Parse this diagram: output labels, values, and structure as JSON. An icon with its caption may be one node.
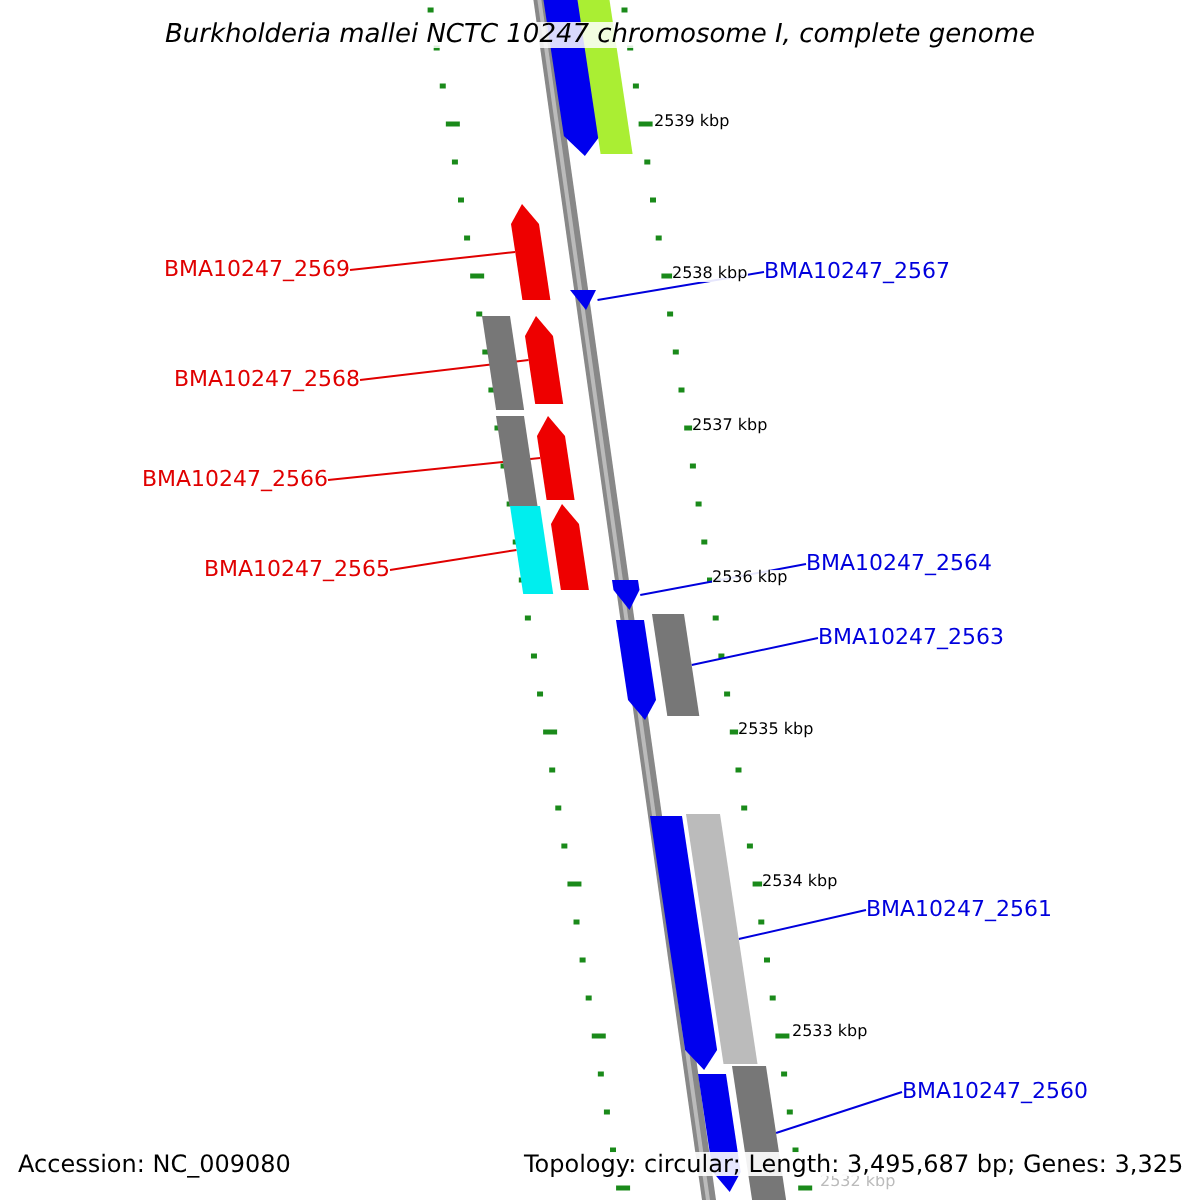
{
  "diagram": {
    "title": "Burkholderia mallei NCTC 10247 chromosome I, complete genome",
    "nodes": [
      {
        "text": [
          "BMA10247_2569"
        ]
      },
      {
        "text": [],
        "shape": "bar"
      },
      {
        "text": [
          "BMA10247_2568"
        ]
      },
      {
        "text": [],
        "shape": "bar"
      },
      {
        "text": [
          "BMA10247_2566"
        ]
      },
      {
        "text": [],
        "shape": "bar"
      },
      {
        "text": [
          "BMA10247_2565"
        ]
      },
      {
        "text": [],
        "shape": "bar"
      },
      {
        "text": [
          "BMA10247_2567"
        ]
      },
      {
        "text": [],
        "shape": "bar"
      },
      {
        "text": [
          "BMA10247_2564"
        ]
      },
      {
        "text": [],
        "shape": "bar"
      },
      {
        "text": [
          "BMA10247_2563"
        ]
      },
      {
        "text": [],
        "shape": "bar"
      },
      {
        "text": [
          "BMA10247_2561"
        ]
      },
      {
        "text": [],
        "shape": "bar"
      },
      {
        "text": [
          "BMA10247_2560"
        ]
      },
      {
        "text": [],
        "shape": "bar"
      },
      {
        "text": [],
        "shape": "bar"
      },
      {
        "text": [],
        "shape": "bar"
      },
      {
        "text": [],
        "shape": "bar"
      },
      {
        "text": [],
        "shape": "bar"
      },
      {
        "text": [],
        "shape": "bar"
      },
      {
        "text": [],
        "shape": "bar"
      },
      {
        "text": [],
        "shape": "bar"
      },
      {
        "text": [],
        "shape": "bar"
      }
    ],
    "edges": [
      {
        "from": 0,
        "to": 1,
        "arrow": "none",
        "color": "#e00000"
      },
      {
        "from": 2,
        "to": 3,
        "arrow": "none",
        "color": "#e00000"
      },
      {
        "from": 4,
        "to": 5,
        "arrow": "none",
        "color": "#e00000"
      },
      {
        "from": 6,
        "to": 7,
        "arrow": "none",
        "color": "#e00000"
      },
      {
        "from": 8,
        "to": 9,
        "arrow": "none"
      },
      {
        "from": 10,
        "to": 11,
        "arrow": "none"
      },
      {
        "from": 12,
        "to": 13,
        "arrow": "none"
      },
      {
        "from": 14,
        "to": 15,
        "arrow": "none"
      },
      {
        "from": 16,
        "to": 17,
        "arrow": "none"
      }
    ],
    "labels": [
      "2539 kbp",
      "2538 kbp",
      "2537 kbp",
      "2536 kbp",
      "2535 kbp",
      "2534 kbp",
      "2533 kbp",
      "2532 kbp",
      "Accession: NC_009080",
      "Topology: circular; Length: 3,495,687 bp; Genes: 3,325"
    ]
  }
}
